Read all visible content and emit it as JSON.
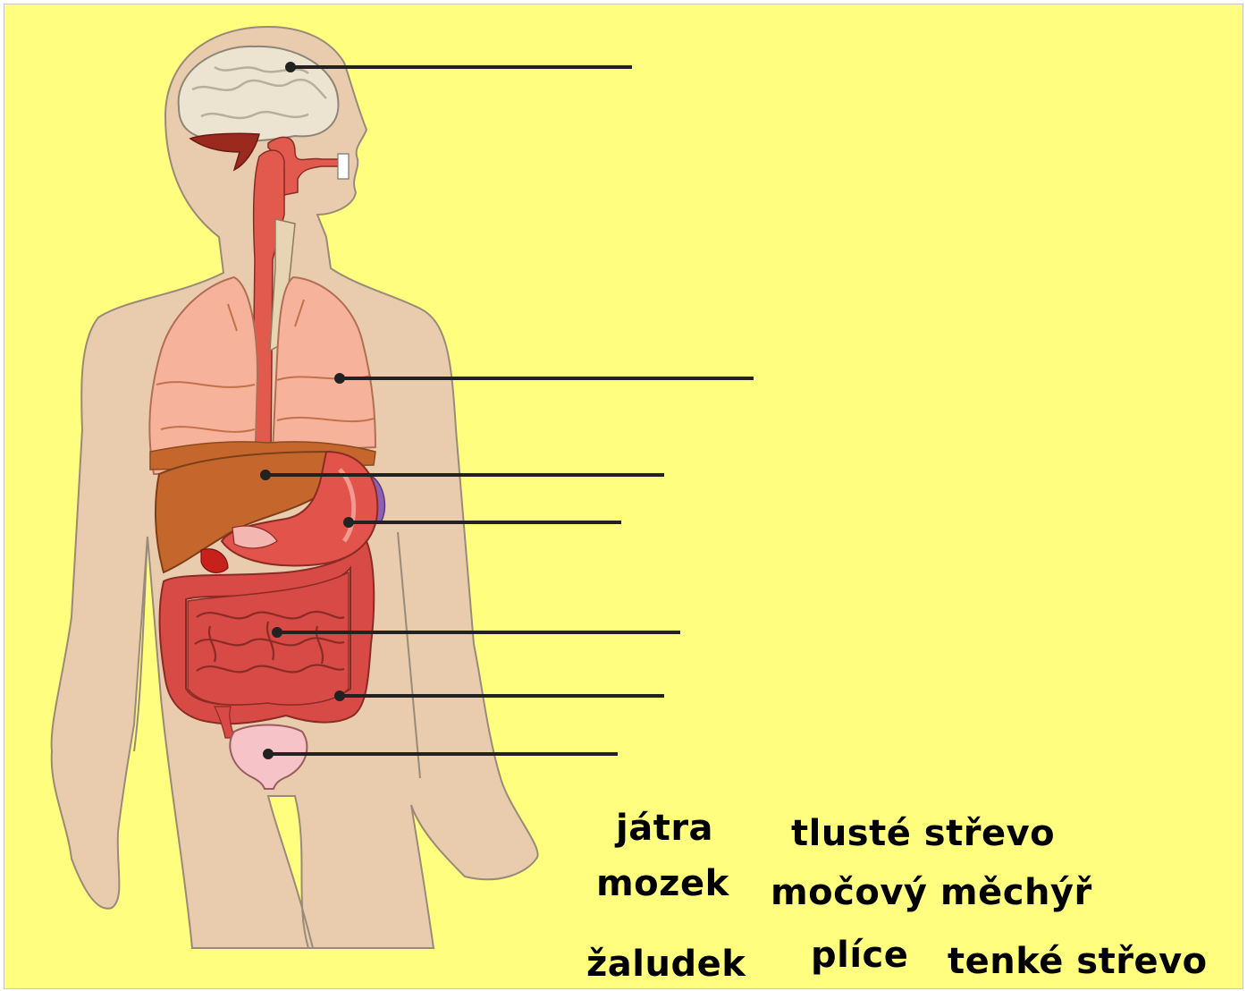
{
  "title": "",
  "labels": {
    "brain": "",
    "lungs": "",
    "liver": "",
    "stomach": "",
    "small_intestine": "",
    "large_intestine": "",
    "bladder": ""
  },
  "word_bank": [
    "játra",
    "tlusté střevo",
    "mozek",
    "močový měchýř",
    "žaludek",
    "plíce",
    "tenké střevo"
  ],
  "colors": {
    "background": "#fffe7e",
    "skin": "#e8ccad",
    "brain": "#ece3d0",
    "lungs": "#f7b29c",
    "liver": "#c5672d",
    "stomach": "#e2534c",
    "intestine": "#d74a46",
    "bladder": "#f6c4c8"
  }
}
